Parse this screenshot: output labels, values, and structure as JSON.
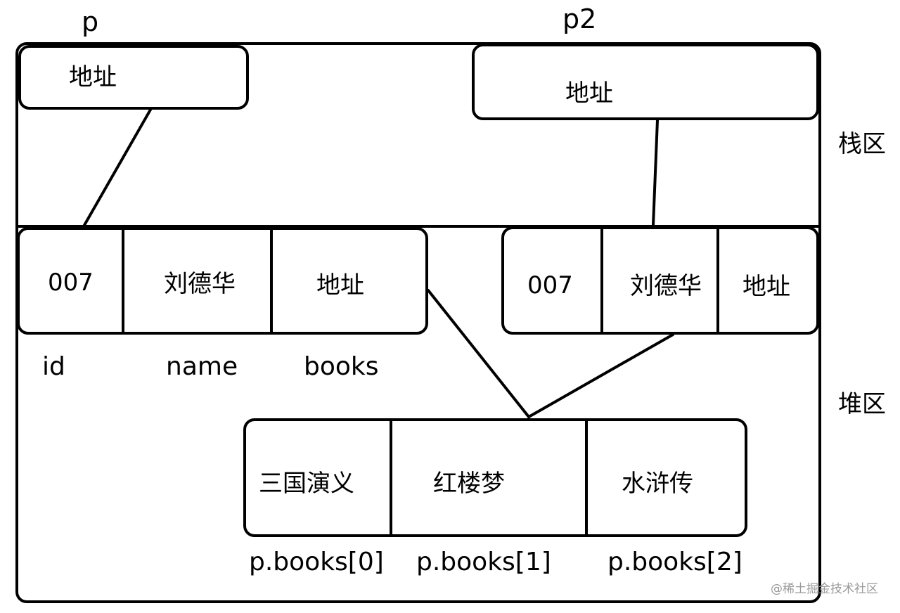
{
  "stack": {
    "var_p": "p",
    "var_p2": "p2",
    "p_box_text": "地址",
    "p2_box_text": "地址",
    "region_label": "栈区"
  },
  "heap": {
    "region_label": "堆区",
    "object1": {
      "cells": [
        "007",
        "刘德华",
        "地址"
      ]
    },
    "object2": {
      "cells": [
        "007",
        "刘德华",
        "地址"
      ]
    },
    "field_labels": [
      "id",
      "name",
      "books"
    ],
    "books_array": {
      "cells": [
        "三国演义",
        "红楼梦",
        "水浒传"
      ],
      "index_labels": [
        "p.books[0]",
        "p.books[1]",
        "p.books[2]"
      ]
    }
  },
  "watermark": "@稀土掘金技术社区"
}
